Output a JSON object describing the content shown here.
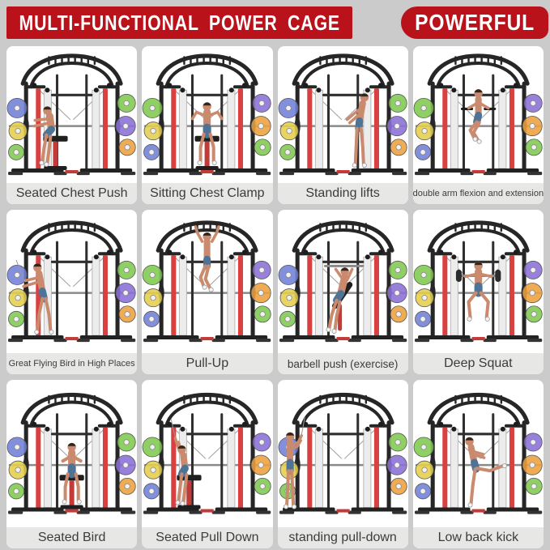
{
  "header": {
    "title": "MULTI-FUNCTIONAL POWER CAGE",
    "badge": "POWERFUL",
    "banner_color": "#b9121a",
    "text_color": "#ffffff"
  },
  "page": {
    "background_color": "#cbcbcb",
    "card_color": "#ffffff",
    "caption_background": "#e7e7e6",
    "caption_color": "#3c3c3c"
  },
  "illustration_colors": {
    "frame_black": "#262626",
    "upright_red": "#d94040",
    "silver_rail": "#ececec",
    "cable_gray": "#a0a0a0",
    "plate_blue": "#6f7fd8",
    "plate_purple": "#8a6fd8",
    "plate_green": "#7fc94e",
    "plate_yellow": "#e5cf4b",
    "plate_orange": "#eda03e",
    "skin": "#c98a6e",
    "shorts": "#4e7396",
    "bench_red": "#c23b38"
  },
  "grid": {
    "cells": [
      {
        "label": "Seated Chest Push",
        "pose": "seated-press-left"
      },
      {
        "label": "Sitting Chest Clamp",
        "pose": "seated-fly"
      },
      {
        "label": "Standing lifts",
        "pose": "standing-lifts"
      },
      {
        "label": "double arm flexion and extension",
        "pose": "dip"
      },
      {
        "label": "Great Flying Bird in High Places",
        "pose": "flying-bird"
      },
      {
        "label": "Pull-Up",
        "pose": "pull-up"
      },
      {
        "label": "barbell push (exercise)",
        "pose": "incline-press"
      },
      {
        "label": "Deep Squat",
        "pose": "squat"
      },
      {
        "label": "Seated Bird",
        "pose": "seated-bird"
      },
      {
        "label": "Seated Pull Down",
        "pose": "seated-pulldown"
      },
      {
        "label": "standing pull-down",
        "pose": "standing-outside"
      },
      {
        "label": "Low back kick",
        "pose": "kickback"
      }
    ]
  }
}
